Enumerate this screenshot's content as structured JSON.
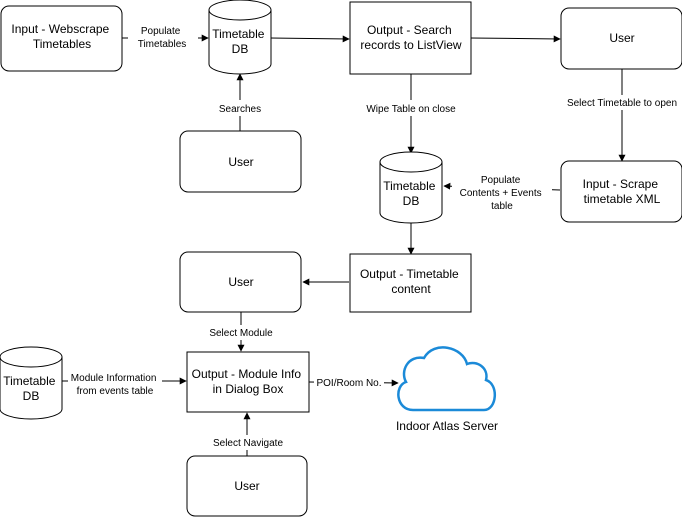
{
  "nodes": {
    "input_webscrape": [
      "Input - Webscrape",
      "Timetables"
    ],
    "timetable_db_1": [
      "Timetable",
      "DB"
    ],
    "output_search": [
      "Output - Search",
      "records to ListView"
    ],
    "user_top_right": [
      "User"
    ],
    "user_searches": [
      "User"
    ],
    "timetable_db_2": [
      "Timetable",
      "DB"
    ],
    "input_scrape_xml": [
      "Input - Scrape",
      "timetable XML"
    ],
    "user_mid": [
      "User"
    ],
    "output_timetable_content": [
      "Output - Timetable",
      "content"
    ],
    "timetable_db_3": [
      "Timetable",
      "DB"
    ],
    "output_module_info": [
      "Output - Module Info",
      "in Dialog Box"
    ],
    "user_bottom": [
      "User"
    ],
    "indoor_atlas_server": [
      "Indoor Atlas Server"
    ]
  },
  "edge_labels": {
    "populate_timetables": [
      "Populate",
      "Timetables"
    ],
    "searches": [
      "Searches"
    ],
    "wipe_table": [
      "Wipe Table on close"
    ],
    "select_timetable": [
      "Select Timetable to open"
    ],
    "populate_contents": [
      "Populate",
      "Contents + Events",
      "table"
    ],
    "select_module": [
      "Select Module"
    ],
    "module_information": [
      "Module Information",
      "from events table"
    ],
    "poi_room": [
      "POI/Room No."
    ],
    "select_navigate": [
      "Select Navigate"
    ]
  },
  "colors": {
    "stroke": "#000000",
    "cloud": "#1b8ad8"
  }
}
